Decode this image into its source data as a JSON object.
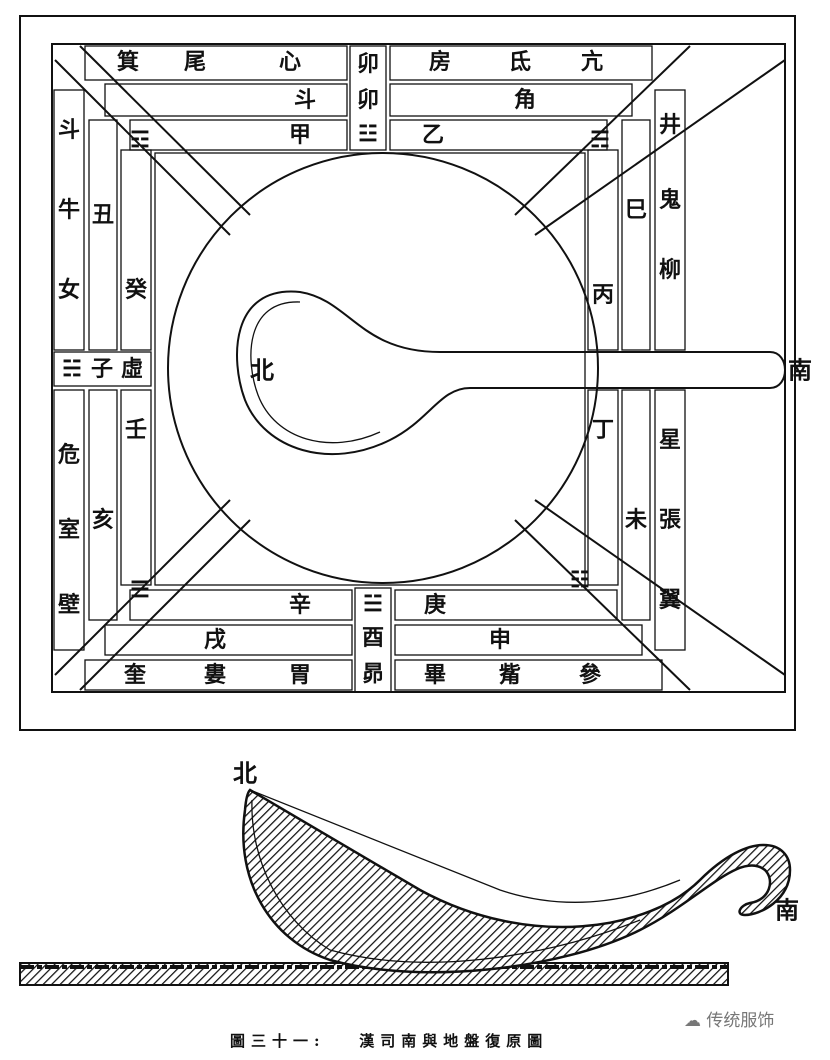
{
  "diagram": {
    "caption_number": "圖三十一:",
    "caption_title": "漢司南與地盤復原圖",
    "north_label": "北",
    "south_label": "南",
    "watermark": "传统服饰",
    "board": {
      "top_row1": [
        "箕",
        "尾",
        "心",
        "房",
        "氐",
        "亢"
      ],
      "top_row2": [
        "斗",
        "角"
      ],
      "top_row3": [
        "甲",
        "乙"
      ],
      "top_center": [
        "卯",
        "卯",
        "☳"
      ],
      "bottom_row1": [
        "辛",
        "庚"
      ],
      "bottom_row2": [
        "戌",
        "申"
      ],
      "bottom_row3": [
        "奎",
        "婁",
        "胃",
        "畢",
        "觜",
        "參"
      ],
      "bottom_center": [
        "☱",
        "酉",
        "昴"
      ],
      "left_outer": [
        "斗",
        "牛",
        "女",
        "危",
        "室",
        "壁"
      ],
      "left_center": [
        "☵",
        "子",
        "虛"
      ],
      "left_inner": [
        "丑",
        "癸",
        "壬",
        "亥"
      ],
      "right_outer": [
        "井",
        "鬼",
        "柳",
        "星",
        "張",
        "翼"
      ],
      "right_inner": [
        "巳",
        "丙",
        "丁",
        "未"
      ],
      "trigrams": [
        "☶",
        "☴",
        "☰",
        "☷"
      ]
    }
  }
}
